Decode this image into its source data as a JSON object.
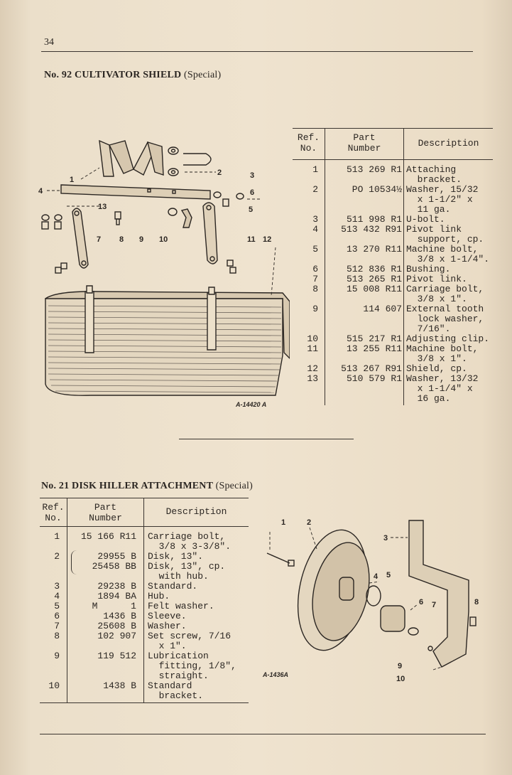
{
  "page_number": "34",
  "section1": {
    "title_main": "No. 92 CULTIVATOR SHIELD",
    "title_special": "(Special)",
    "figure_id": "A-14420 A",
    "headers": {
      "ref": "Ref.\nNo.",
      "part": "Part\nNumber",
      "desc": "Description"
    },
    "callouts": [
      "1",
      "2",
      "3",
      "4",
      "5",
      "6",
      "7",
      "8",
      "9",
      "10",
      "11",
      "12",
      "13"
    ],
    "rows": [
      {
        "ref": "1",
        "part": "513 269 R1",
        "desc": [
          "Attaching",
          "  bracket."
        ]
      },
      {
        "ref": "2",
        "part": "PO 10534½",
        "desc": [
          "Washer, 15/32",
          "  x 1-1/2\" x",
          "  11 ga."
        ]
      },
      {
        "ref": "3",
        "part": "511 998 R1",
        "desc": [
          "U-bolt."
        ]
      },
      {
        "ref": "4",
        "part": "513 432 R91",
        "desc": [
          "Pivot link",
          "  support, cp."
        ]
      },
      {
        "ref": "5",
        "part": "13 270 R11",
        "desc": [
          "Machine bolt,",
          "  3/8 x 1-1/4\"."
        ]
      },
      {
        "ref": "6",
        "part": "512 836 R1",
        "desc": [
          "Bushing."
        ]
      },
      {
        "ref": "7",
        "part": "513 265 R1",
        "desc": [
          "Pivot link."
        ]
      },
      {
        "ref": "8",
        "part": "15 008 R11",
        "desc": [
          "Carriage bolt,",
          "  3/8 x 1\"."
        ]
      },
      {
        "ref": "9",
        "part": "114 607",
        "desc": [
          "External tooth",
          "  lock washer,",
          "  7/16\"."
        ]
      },
      {
        "ref": "10",
        "part": "515 217 R1",
        "desc": [
          "Adjusting clip."
        ]
      },
      {
        "ref": "11",
        "part": "13 255 R11",
        "desc": [
          "Machine bolt,",
          "  3/8 x 1\"."
        ]
      },
      {
        "ref": "12",
        "part": "513 267 R91",
        "desc": [
          "Shield, cp."
        ]
      },
      {
        "ref": "13",
        "part": "510 579 R1",
        "desc": [
          "Washer, 13/32",
          "  x 1-1/4\" x",
          "  16 ga."
        ]
      }
    ]
  },
  "section2": {
    "title_main": "No. 21 DISK HILLER ATTACHMENT",
    "title_special": "(Special)",
    "figure_id": "A-1436A",
    "headers": {
      "ref": "Ref.\nNo.",
      "part": "Part\nNumber",
      "desc": "Description"
    },
    "callouts": [
      "1",
      "2",
      "3",
      "4",
      "5",
      "6",
      "7",
      "8",
      "9",
      "10"
    ],
    "rows": [
      {
        "ref": "1",
        "part": "15 166 R11",
        "desc": [
          "Carriage bolt,",
          "  3/8 x 3-3/8\"."
        ]
      },
      {
        "ref": "2",
        "part": "29955 B",
        "desc": [
          "Disk, 13\"."
        ]
      },
      {
        "ref": "",
        "part": "25458 BB",
        "desc": [
          "Disk, 13\", cp.",
          "  with hub."
        ]
      },
      {
        "ref": "3",
        "part": "29238 B",
        "desc": [
          "Standard."
        ]
      },
      {
        "ref": "4",
        "part": "1894 BA",
        "desc": [
          "Hub."
        ]
      },
      {
        "ref": "5",
        "part": "M      1",
        "desc": [
          "Felt washer."
        ]
      },
      {
        "ref": "6",
        "part": "1436 B",
        "desc": [
          "Sleeve."
        ]
      },
      {
        "ref": "7",
        "part": "25608 B",
        "desc": [
          "Washer."
        ]
      },
      {
        "ref": "8",
        "part": "102 907",
        "desc": [
          "Set screw, 7/16",
          "  x 1\"."
        ]
      },
      {
        "ref": "9",
        "part": "119 512",
        "desc": [
          "Lubrication",
          "  fitting, 1/8\",",
          "  straight."
        ]
      },
      {
        "ref": "10",
        "part": "1438 B",
        "desc": [
          "Standard",
          "  bracket."
        ]
      }
    ]
  }
}
